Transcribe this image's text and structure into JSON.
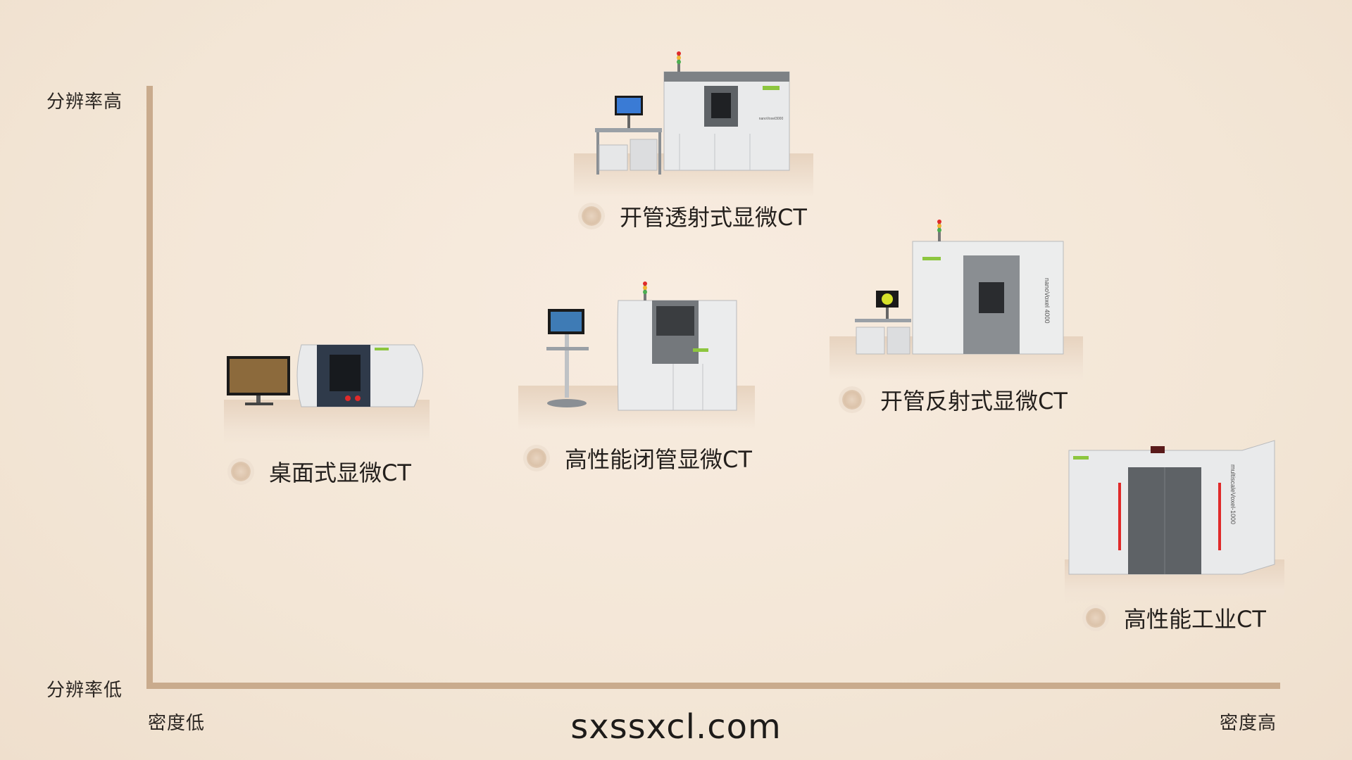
{
  "axes": {
    "y_high": "分辨率高",
    "y_low": "分辨率低",
    "x_low": "密度低",
    "x_high": "密度高"
  },
  "website": "sxssxcl.com",
  "products": [
    {
      "name": "开管透射式显微CT",
      "model_text": "nanoVoxel3000"
    },
    {
      "name": "开管反射式显微CT",
      "model_text": "nanoVoxel 4000"
    },
    {
      "name": "高性能闭管显微CT",
      "model_text": ""
    },
    {
      "name": "桌面式显微CT",
      "model_text": ""
    },
    {
      "name": "高性能工业CT",
      "model_text": "multiscaleVoxel-1000"
    }
  ],
  "colors": {
    "background": "#f3e6d6",
    "axis": "#c9ab8d",
    "accent_green": "#8dc63f",
    "accent_red": "#e02a2a"
  }
}
